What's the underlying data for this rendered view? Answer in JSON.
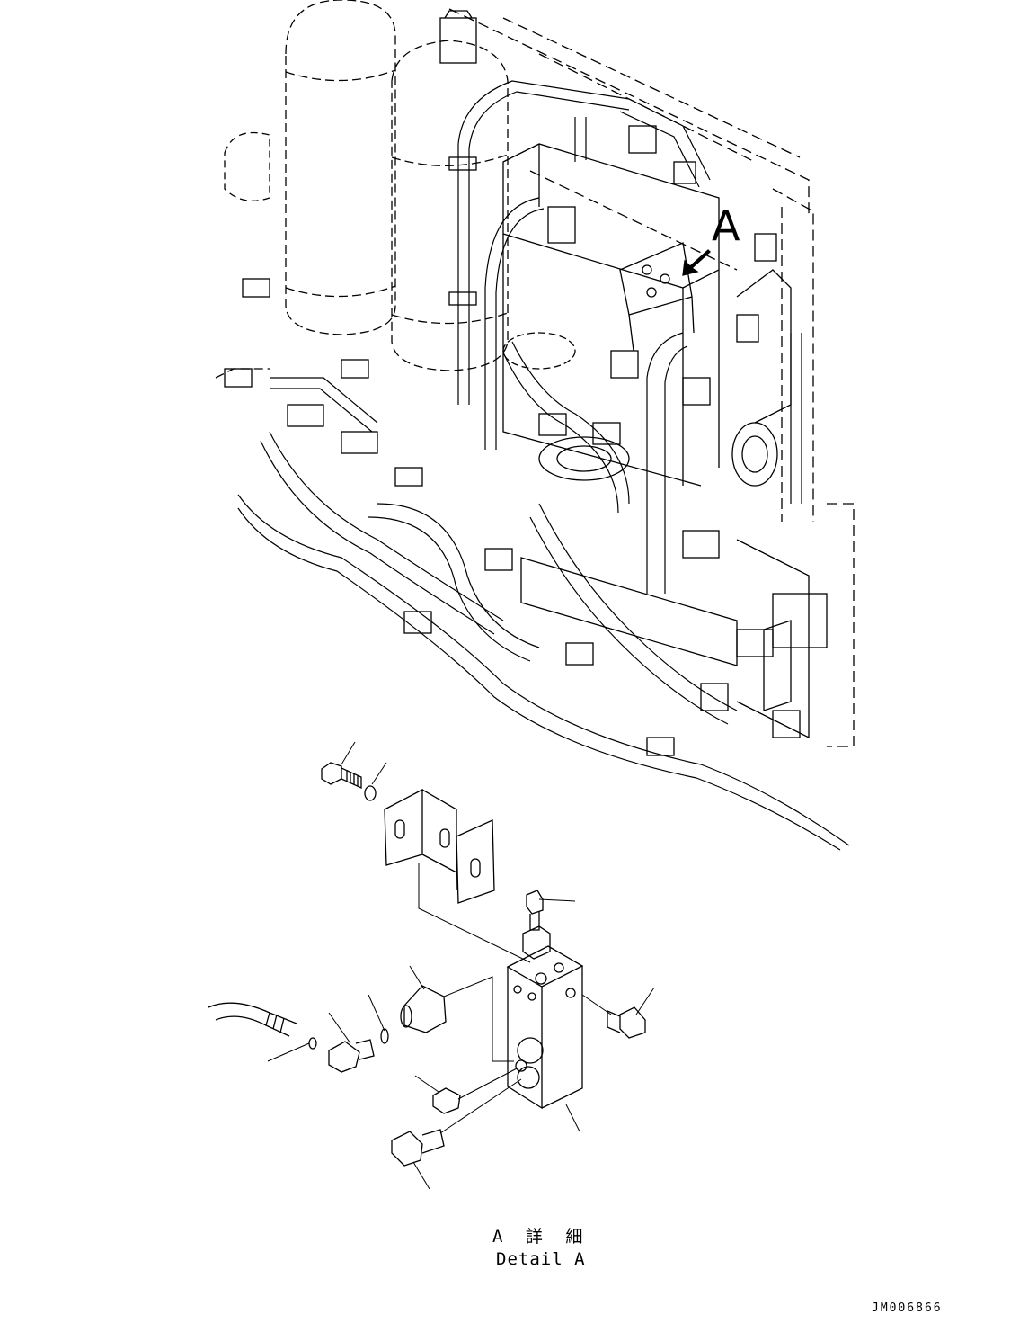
{
  "diagram": {
    "view_label": "A",
    "detail_label_ja": "A 詳 細",
    "detail_label_en": "Detail A",
    "drawing_number": "JM006866"
  },
  "colors": {
    "line": "#000000",
    "background": "#ffffff"
  },
  "icons": {
    "view_arrow": "view-direction-arrow-icon"
  }
}
